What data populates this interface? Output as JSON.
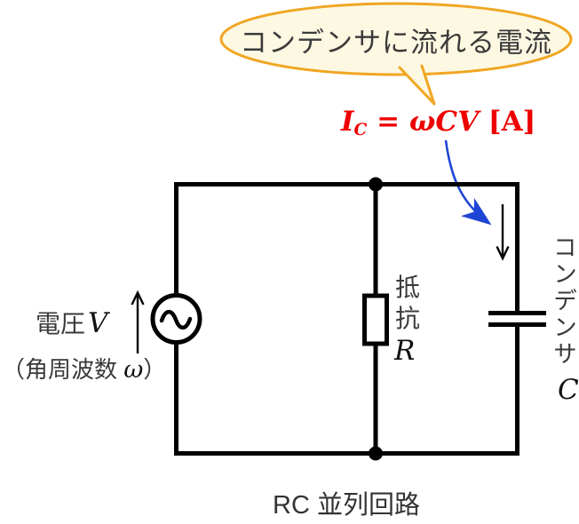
{
  "callout": {
    "text": "コンデンサに流れる電流"
  },
  "formula": {
    "variable": "I",
    "subscript": "C",
    "equals": " = ",
    "body": "ωCV",
    "unit": " [A]"
  },
  "source": {
    "voltage_label": "電圧",
    "voltage_symbol": "V",
    "freq_prefix": "（角周波数 ",
    "freq_symbol": "ω",
    "freq_suffix": "）"
  },
  "resistor": {
    "label": "抵抗",
    "symbol": "R"
  },
  "capacitor": {
    "label": "コンデンサ",
    "symbol": "C"
  },
  "caption": {
    "text": "RC 並列回路"
  },
  "icons": {
    "ac_source": "ac-source-icon (circle with sine wave)",
    "voltage_arrow": "up-arrow-icon",
    "capacitor_current_arrow": "down-arrow-icon",
    "annotation_arrow": "curved-blue-arrow-icon",
    "callout_bubble": "speech-bubble-icon"
  },
  "colors": {
    "wire": "#000000",
    "bubble_border": "#f0a622",
    "bubble_fill": "#fdf8e2",
    "formula_red": "#ee0000",
    "arrow_blue": "#1e44d4",
    "text_gray": "#3a3a3a"
  }
}
